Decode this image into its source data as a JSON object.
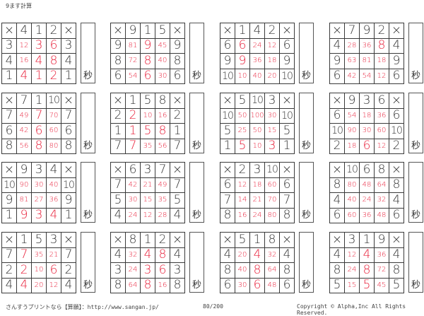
{
  "title": "9ます計算",
  "mul_symbol": "×",
  "timer_label": "秒",
  "colors": {
    "answer": "#e8203a",
    "grid": "#3a3a3a"
  },
  "grids": [
    {
      "cols": [
        "4",
        "1",
        "2"
      ],
      "rows": [
        {
          "n": "3",
          "p": [
            "12",
            "3",
            "6"
          ]
        },
        {
          "n": "4",
          "p": [
            "16",
            "4",
            "8"
          ]
        },
        {
          "n": "1",
          "p": [
            "4",
            "1",
            "2"
          ]
        }
      ]
    },
    {
      "cols": [
        "9",
        "1",
        "5"
      ],
      "rows": [
        {
          "n": "9",
          "p": [
            "81",
            "9",
            "45"
          ]
        },
        {
          "n": "8",
          "p": [
            "72",
            "8",
            "40"
          ]
        },
        {
          "n": "6",
          "p": [
            "54",
            "6",
            "30"
          ]
        }
      ]
    },
    {
      "cols": [
        "1",
        "4",
        "2"
      ],
      "rows": [
        {
          "n": "6",
          "p": [
            "6",
            "24",
            "12"
          ]
        },
        {
          "n": "9",
          "p": [
            "9",
            "36",
            "18"
          ]
        },
        {
          "n": "10",
          "p": [
            "10",
            "40",
            "20"
          ]
        }
      ]
    },
    {
      "cols": [
        "7",
        "9",
        "2"
      ],
      "rows": [
        {
          "n": "4",
          "p": [
            "28",
            "36",
            "8"
          ]
        },
        {
          "n": "9",
          "p": [
            "63",
            "81",
            "18"
          ]
        },
        {
          "n": "6",
          "p": [
            "42",
            "54",
            "12"
          ]
        }
      ]
    },
    {
      "cols": [
        "7",
        "1",
        "10"
      ],
      "rows": [
        {
          "n": "7",
          "p": [
            "49",
            "7",
            "70"
          ]
        },
        {
          "n": "6",
          "p": [
            "42",
            "6",
            "60"
          ]
        },
        {
          "n": "8",
          "p": [
            "56",
            "8",
            "80"
          ]
        }
      ]
    },
    {
      "cols": [
        "1",
        "5",
        "8"
      ],
      "rows": [
        {
          "n": "2",
          "p": [
            "2",
            "10",
            "16"
          ]
        },
        {
          "n": "1",
          "p": [
            "1",
            "5",
            "8"
          ]
        },
        {
          "n": "7",
          "p": [
            "7",
            "35",
            "56"
          ]
        }
      ]
    },
    {
      "cols": [
        "5",
        "10",
        "3"
      ],
      "rows": [
        {
          "n": "10",
          "p": [
            "50",
            "100",
            "30"
          ]
        },
        {
          "n": "5",
          "p": [
            "25",
            "50",
            "15"
          ]
        },
        {
          "n": "1",
          "p": [
            "5",
            "10",
            "3"
          ]
        }
      ]
    },
    {
      "cols": [
        "9",
        "3",
        "6"
      ],
      "rows": [
        {
          "n": "6",
          "p": [
            "54",
            "18",
            "36"
          ]
        },
        {
          "n": "10",
          "p": [
            "90",
            "30",
            "60"
          ]
        },
        {
          "n": "2",
          "p": [
            "18",
            "6",
            "12"
          ]
        }
      ]
    },
    {
      "cols": [
        "9",
        "3",
        "4"
      ],
      "rows": [
        {
          "n": "10",
          "p": [
            "90",
            "30",
            "40"
          ]
        },
        {
          "n": "9",
          "p": [
            "81",
            "27",
            "36"
          ]
        },
        {
          "n": "1",
          "p": [
            "9",
            "3",
            "4"
          ]
        }
      ]
    },
    {
      "cols": [
        "6",
        "3",
        "7"
      ],
      "rows": [
        {
          "n": "7",
          "p": [
            "42",
            "21",
            "49"
          ]
        },
        {
          "n": "5",
          "p": [
            "30",
            "15",
            "35"
          ]
        },
        {
          "n": "4",
          "p": [
            "24",
            "12",
            "28"
          ]
        }
      ]
    },
    {
      "cols": [
        "2",
        "3",
        "10"
      ],
      "rows": [
        {
          "n": "6",
          "p": [
            "12",
            "18",
            "60"
          ]
        },
        {
          "n": "7",
          "p": [
            "14",
            "21",
            "70"
          ]
        },
        {
          "n": "8",
          "p": [
            "16",
            "24",
            "80"
          ]
        }
      ]
    },
    {
      "cols": [
        "10",
        "6",
        "8"
      ],
      "rows": [
        {
          "n": "8",
          "p": [
            "80",
            "48",
            "64"
          ]
        },
        {
          "n": "4",
          "p": [
            "40",
            "24",
            "32"
          ]
        },
        {
          "n": "6",
          "p": [
            "60",
            "36",
            "48"
          ]
        }
      ]
    },
    {
      "cols": [
        "1",
        "5",
        "3"
      ],
      "rows": [
        {
          "n": "7",
          "p": [
            "7",
            "35",
            "21"
          ]
        },
        {
          "n": "2",
          "p": [
            "2",
            "10",
            "6"
          ]
        },
        {
          "n": "4",
          "p": [
            "4",
            "20",
            "12"
          ]
        }
      ]
    },
    {
      "cols": [
        "8",
        "1",
        "2"
      ],
      "rows": [
        {
          "n": "4",
          "p": [
            "32",
            "4",
            "8"
          ]
        },
        {
          "n": "3",
          "p": [
            "24",
            "3",
            "6"
          ]
        },
        {
          "n": "8",
          "p": [
            "64",
            "8",
            "16"
          ]
        }
      ]
    },
    {
      "cols": [
        "5",
        "1",
        "8"
      ],
      "rows": [
        {
          "n": "4",
          "p": [
            "20",
            "4",
            "32"
          ]
        },
        {
          "n": "8",
          "p": [
            "40",
            "8",
            "64"
          ]
        },
        {
          "n": "6",
          "p": [
            "30",
            "6",
            "48"
          ]
        }
      ]
    },
    {
      "cols": [
        "3",
        "1",
        "9"
      ],
      "rows": [
        {
          "n": "4",
          "p": [
            "12",
            "4",
            "36"
          ]
        },
        {
          "n": "8",
          "p": [
            "24",
            "8",
            "72"
          ]
        },
        {
          "n": "5",
          "p": [
            "15",
            "5",
            "45"
          ]
        }
      ]
    }
  ],
  "footer": {
    "site": "さんすうプリントなら【算願】：http://www.sangan.jp/",
    "page": "80/200",
    "copyright": "Copyright © Alpha,Inc All Rights Reserved."
  }
}
